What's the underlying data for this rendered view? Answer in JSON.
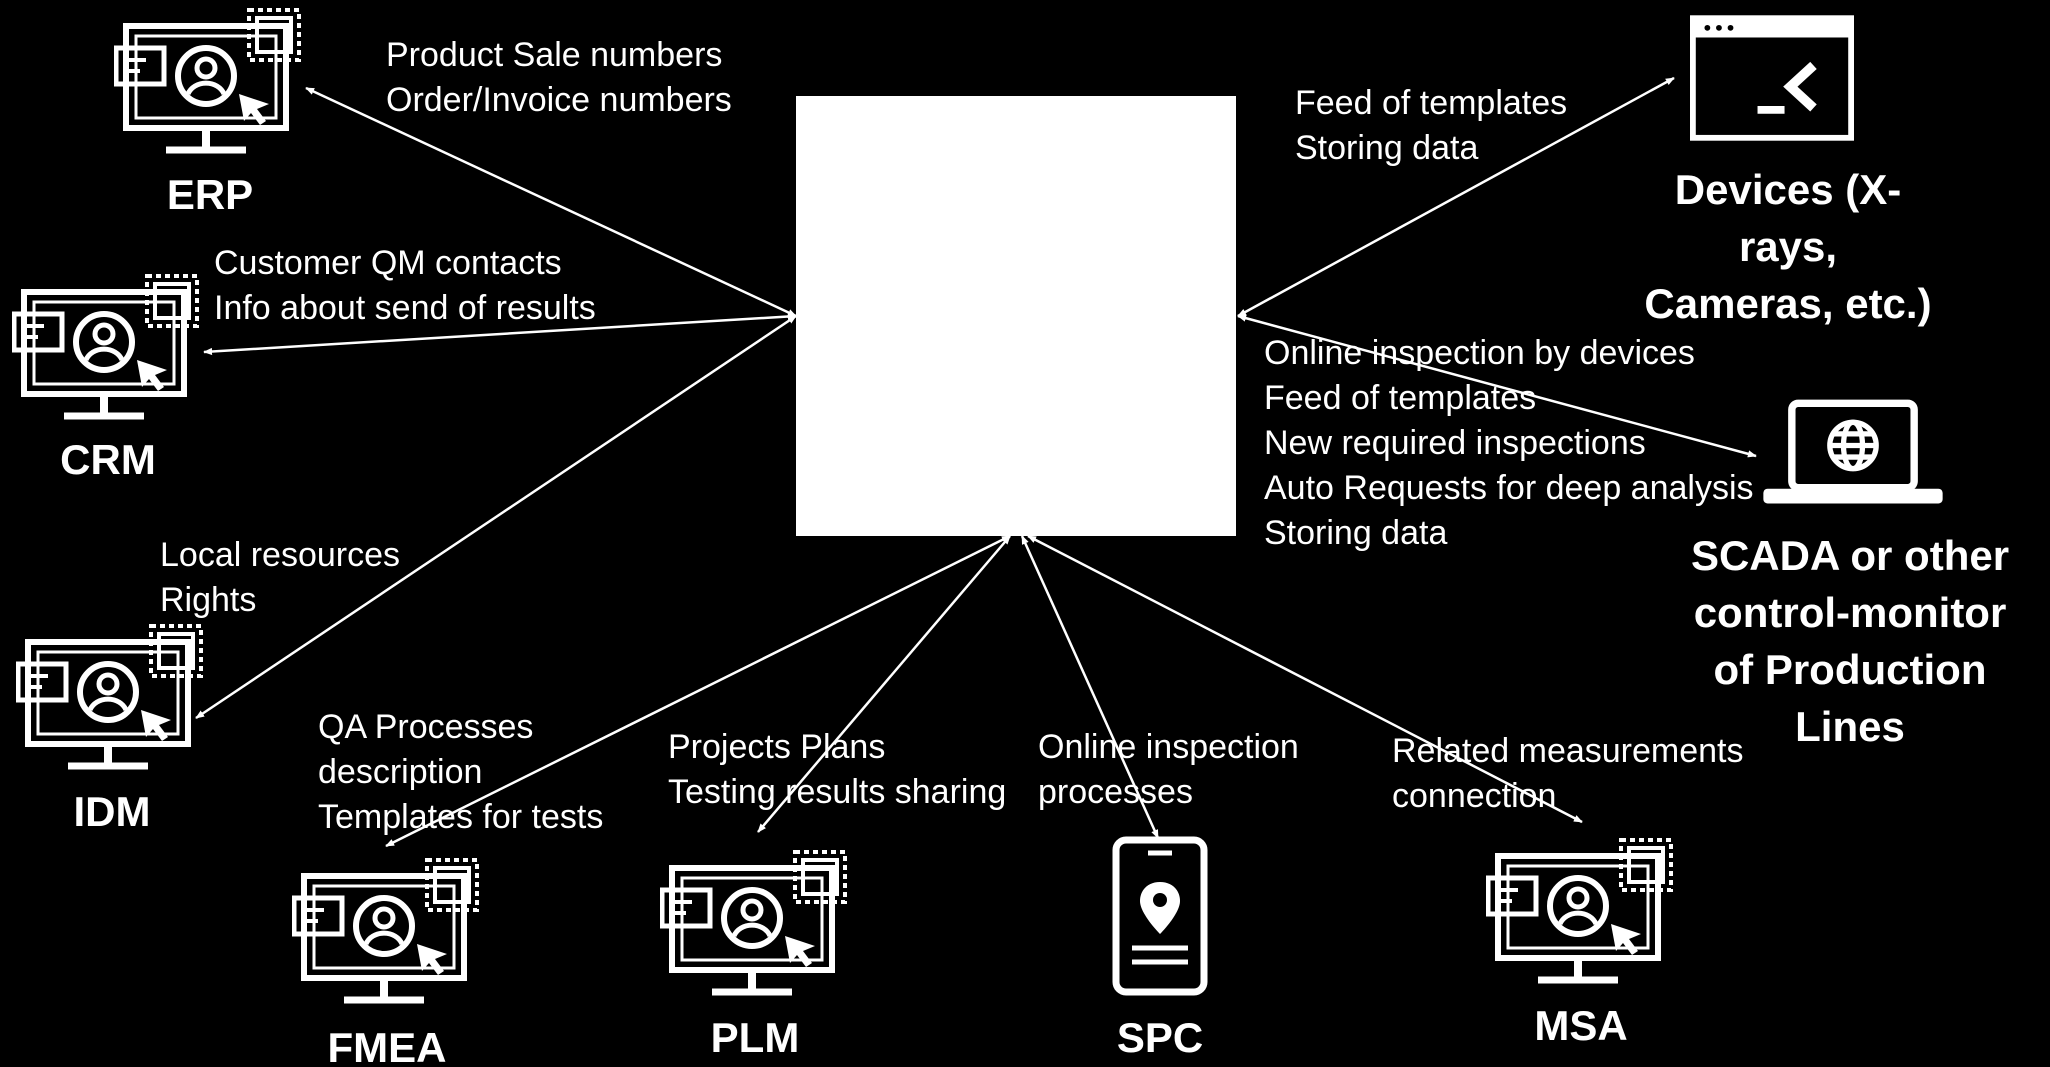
{
  "hub": {
    "fill": "#ffffff"
  },
  "colors": {
    "background": "#000000",
    "foreground": "#ffffff"
  },
  "systems": [
    {
      "id": "erp",
      "icon": "monitor-user-icon",
      "label_lines": [
        "ERP"
      ]
    },
    {
      "id": "crm",
      "icon": "monitor-user-icon",
      "label_lines": [
        "CRM"
      ]
    },
    {
      "id": "idm",
      "icon": "monitor-user-icon",
      "label_lines": [
        "IDM"
      ]
    },
    {
      "id": "fmea",
      "icon": "monitor-user-icon",
      "label_lines": [
        "FMEA"
      ]
    },
    {
      "id": "plm",
      "icon": "monitor-user-icon",
      "label_lines": [
        "PLM"
      ]
    },
    {
      "id": "spc",
      "icon": "smartphone-location-icon",
      "label_lines": [
        "SPC"
      ]
    },
    {
      "id": "msa",
      "icon": "monitor-user-icon",
      "label_lines": [
        "MSA"
      ]
    },
    {
      "id": "devices",
      "icon": "terminal-window-icon",
      "label_lines": [
        "Devices (X-",
        "rays,",
        "Cameras, etc.)"
      ]
    },
    {
      "id": "scada",
      "icon": "laptop-globe-icon",
      "label_lines": [
        "SCADA or other",
        "control-monitor",
        "of Production",
        "Lines"
      ]
    }
  ],
  "flows": [
    {
      "id": "erp",
      "lines": [
        "Product Sale numbers",
        "Order/Invoice numbers"
      ]
    },
    {
      "id": "crm",
      "lines": [
        "Customer QM contacts",
        "Info about send of results"
      ]
    },
    {
      "id": "idm",
      "lines": [
        "Local resources",
        "Rights"
      ]
    },
    {
      "id": "fmea",
      "lines": [
        "QA Processes",
        "description",
        "Templates for tests"
      ]
    },
    {
      "id": "plm",
      "lines": [
        "Projects Plans",
        "Testing results sharing"
      ]
    },
    {
      "id": "spc",
      "lines": [
        "Online inspection",
        "processes"
      ]
    },
    {
      "id": "msa",
      "lines": [
        "Related measurements",
        "connection"
      ]
    },
    {
      "id": "devices",
      "lines": [
        "Feed of templates",
        "Storing data"
      ]
    },
    {
      "id": "scada",
      "lines": [
        "Online inspection by devices",
        "Feed of templates",
        "New required inspections",
        "Auto Requests for deep analysis",
        "Storing data"
      ]
    }
  ]
}
